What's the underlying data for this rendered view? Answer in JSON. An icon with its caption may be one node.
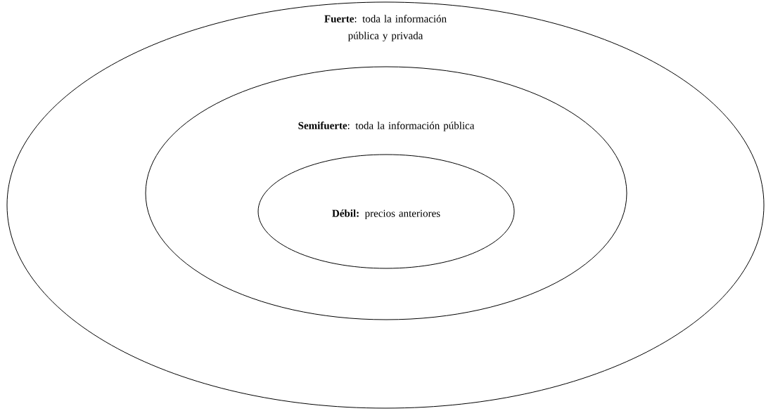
{
  "diagram": {
    "nodes": [
      {
        "text": [
          "**Fuerte**: toda la información pública y privada"
        ]
      },
      {
        "text": [
          "**Semifuerte**: toda la información pública"
        ],
        "in": 0
      },
      {
        "text": [
          "**Débil:** precios anteriores"
        ],
        "in": 1
      }
    ]
  }
}
